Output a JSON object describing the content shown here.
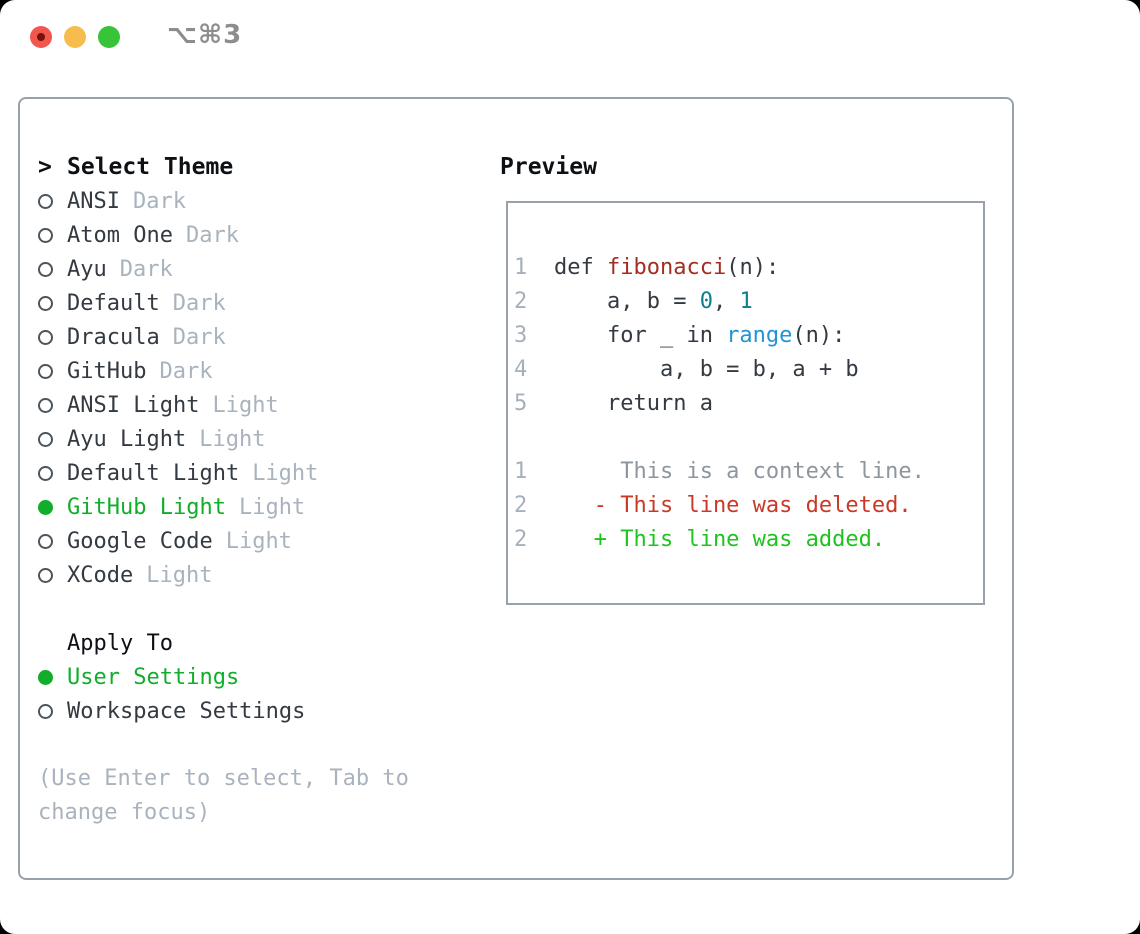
{
  "titlebar": {
    "title": "⌥⌘3"
  },
  "left": {
    "header_marker": ">",
    "header": "Select Theme",
    "themes": [
      {
        "name": "ANSI",
        "variant": "Dark",
        "selected": false
      },
      {
        "name": "Atom One",
        "variant": "Dark",
        "selected": false
      },
      {
        "name": "Ayu",
        "variant": "Dark",
        "selected": false
      },
      {
        "name": "Default",
        "variant": "Dark",
        "selected": false
      },
      {
        "name": "Dracula",
        "variant": "Dark",
        "selected": false
      },
      {
        "name": "GitHub",
        "variant": "Dark",
        "selected": false
      },
      {
        "name": "ANSI Light",
        "variant": "Light",
        "selected": false
      },
      {
        "name": "Ayu Light",
        "variant": "Light",
        "selected": false
      },
      {
        "name": "Default Light",
        "variant": "Light",
        "selected": false
      },
      {
        "name": "GitHub Light",
        "variant": "Light",
        "selected": true
      },
      {
        "name": "Google Code",
        "variant": "Light",
        "selected": false
      },
      {
        "name": "XCode",
        "variant": "Light",
        "selected": false
      }
    ],
    "apply_to": {
      "header": "Apply To",
      "options": [
        {
          "label": "User Settings",
          "selected": true
        },
        {
          "label": "Workspace Settings",
          "selected": false
        }
      ]
    },
    "hint": "(Use Enter to select, Tab to change focus)"
  },
  "preview": {
    "header": "Preview",
    "lines": [
      {
        "kind": "code",
        "num": "1",
        "tokens": [
          {
            "t": "def ",
            "c": "fg"
          },
          {
            "t": "fibonacci",
            "c": "func"
          },
          {
            "t": "(n):",
            "c": "fg"
          }
        ]
      },
      {
        "kind": "code",
        "num": "2",
        "tokens": [
          {
            "t": "    a, b = ",
            "c": "fg"
          },
          {
            "t": "0",
            "c": "num"
          },
          {
            "t": ", ",
            "c": "fg"
          },
          {
            "t": "1",
            "c": "num"
          }
        ]
      },
      {
        "kind": "code",
        "num": "3",
        "tokens": [
          {
            "t": "    for _ in ",
            "c": "fg"
          },
          {
            "t": "range",
            "c": "builtin"
          },
          {
            "t": "(n):",
            "c": "fg"
          }
        ]
      },
      {
        "kind": "code",
        "num": "4",
        "tokens": [
          {
            "t": "        a, b = b, a + b",
            "c": "fg"
          }
        ]
      },
      {
        "kind": "code",
        "num": "5",
        "tokens": [
          {
            "t": "    return a",
            "c": "fg"
          }
        ]
      },
      {
        "kind": "blank",
        "num": "",
        "tokens": []
      },
      {
        "kind": "context",
        "num": "1",
        "tokens": [
          {
            "t": "     This is a context line.",
            "c": "ctx"
          }
        ]
      },
      {
        "kind": "deleted",
        "num": "2",
        "tokens": [
          {
            "t": "   - This line was deleted.",
            "c": "del"
          }
        ]
      },
      {
        "kind": "added",
        "num": "2",
        "tokens": [
          {
            "t": "   + This line was added.",
            "c": "add"
          }
        ]
      }
    ]
  },
  "colors": {
    "fg": "#333a41",
    "header": "#0d1116",
    "accent": "#12ad2b",
    "muted": "#a9b3be",
    "line_num": "#a6b0bb",
    "circle": "#4d555c",
    "border": "#99a1ab",
    "func": "#a32e21",
    "num": "#0c7f8c",
    "builtin": "#2094d4",
    "ctx": "#8d959f",
    "del": "#c93928",
    "add": "#1ec41e",
    "title_gray": "#8d8d90",
    "close": "#f2564d",
    "close_dot": "#75120a",
    "minimize": "#f6bd4e",
    "zoom_btn": "#38c438"
  }
}
